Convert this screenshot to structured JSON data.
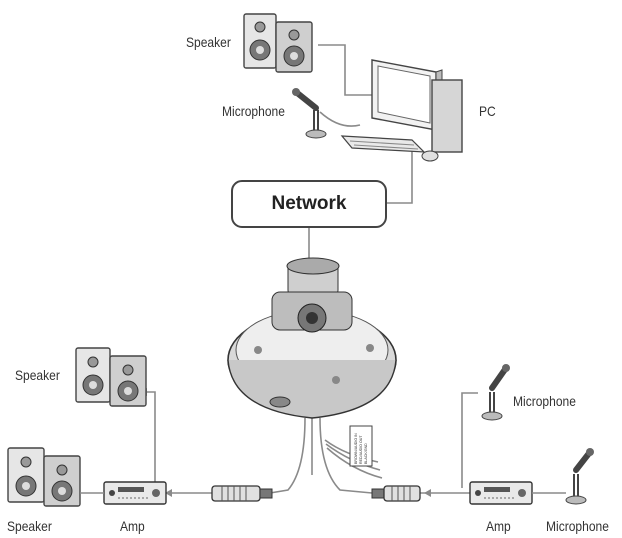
{
  "labels": {
    "speaker_top": "Speaker",
    "microphone_top": "Microphone",
    "pc": "PC",
    "network": "Network",
    "speaker_left": "Speaker",
    "speaker_bottom": "Speaker",
    "amp_left": "Amp",
    "microphone_right": "Microphone",
    "amp_right": "Amp",
    "microphone_bottom": "Microphone"
  },
  "cable_tag_lines": [
    "BROWN/AUDIO IN",
    "RED/AUDIO OUT",
    "BLACK/GND"
  ],
  "colors": {
    "line": "#8a8a8a",
    "dark": "#4a4a4a",
    "body": "#d9d9d9",
    "network_border": "#444444"
  }
}
